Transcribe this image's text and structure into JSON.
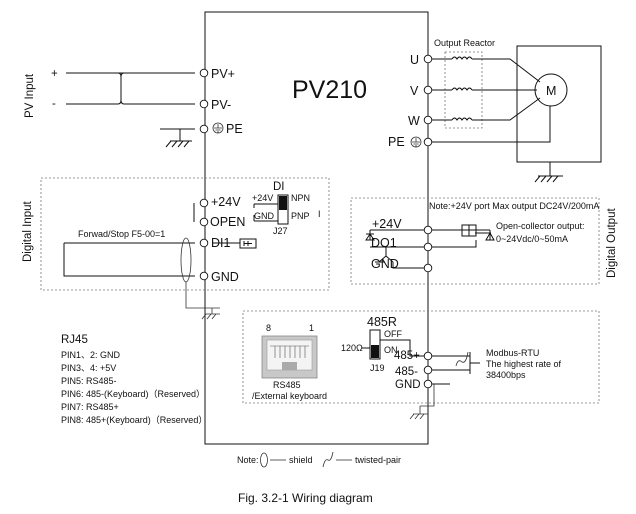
{
  "drive": {
    "model": "PV210"
  },
  "pv_input": {
    "section_label": "PV Input",
    "plus_sign": "+",
    "minus_sign": "-",
    "pv_plus": "PV+",
    "pv_minus": "PV-",
    "pe": "PE"
  },
  "output": {
    "reactor_label": "Output Reactor",
    "u": "U",
    "v": "V",
    "w": "W",
    "pe": "PE",
    "motor": "M"
  },
  "digital_input": {
    "section_label": "Digital Input",
    "plus24v": "+24V",
    "open": "OPEN",
    "di1": "DI1",
    "gnd": "GND",
    "jumper_title": "DI",
    "jumper_24v": "+24V",
    "jumper_gnd": "GND",
    "npn": "NPN",
    "pnp": "PNP",
    "jumper_id": "J27",
    "small_mark": "I",
    "forward_stop": "Forwad/Stop F5-00=1"
  },
  "digital_output": {
    "section_label": "Digital Output",
    "note": "Note:+24V port Max output DC24V/200mA",
    "plus24v": "+24V",
    "do1": "DO1",
    "gnd": "GND",
    "oc_output": "Open-collector output:",
    "oc_range": "0~24Vdc/0~50mA"
  },
  "rs485": {
    "jumper_title": "485R",
    "off": "OFF",
    "on": "ON",
    "resistor": "120Ω",
    "jumper_id": "J19",
    "plus": "485+",
    "minus": "485-",
    "gnd": "GND",
    "pin_left": "8",
    "pin_right": "1",
    "port_label": "RS485",
    "port_sub": "/External keyboard",
    "modbus_title": "Modbus-RTU",
    "modbus_line2": "The highest rate of",
    "modbus_line3": "38400bps"
  },
  "rj45": {
    "title": "RJ45",
    "pins": [
      "PIN1、2: GND",
      "PIN3、4: +5V",
      "PIN5: RS485-",
      "PIN6: 485-(Keyboard)（Reserved）",
      "PIN7: RS485+",
      "PIN8: 485+(Keyboard)（Reserved）"
    ]
  },
  "legend": {
    "note": "Note:",
    "shield": "shield",
    "twisted": "twisted-pair"
  },
  "caption": "Fig. 3.2-1 Wiring diagram"
}
